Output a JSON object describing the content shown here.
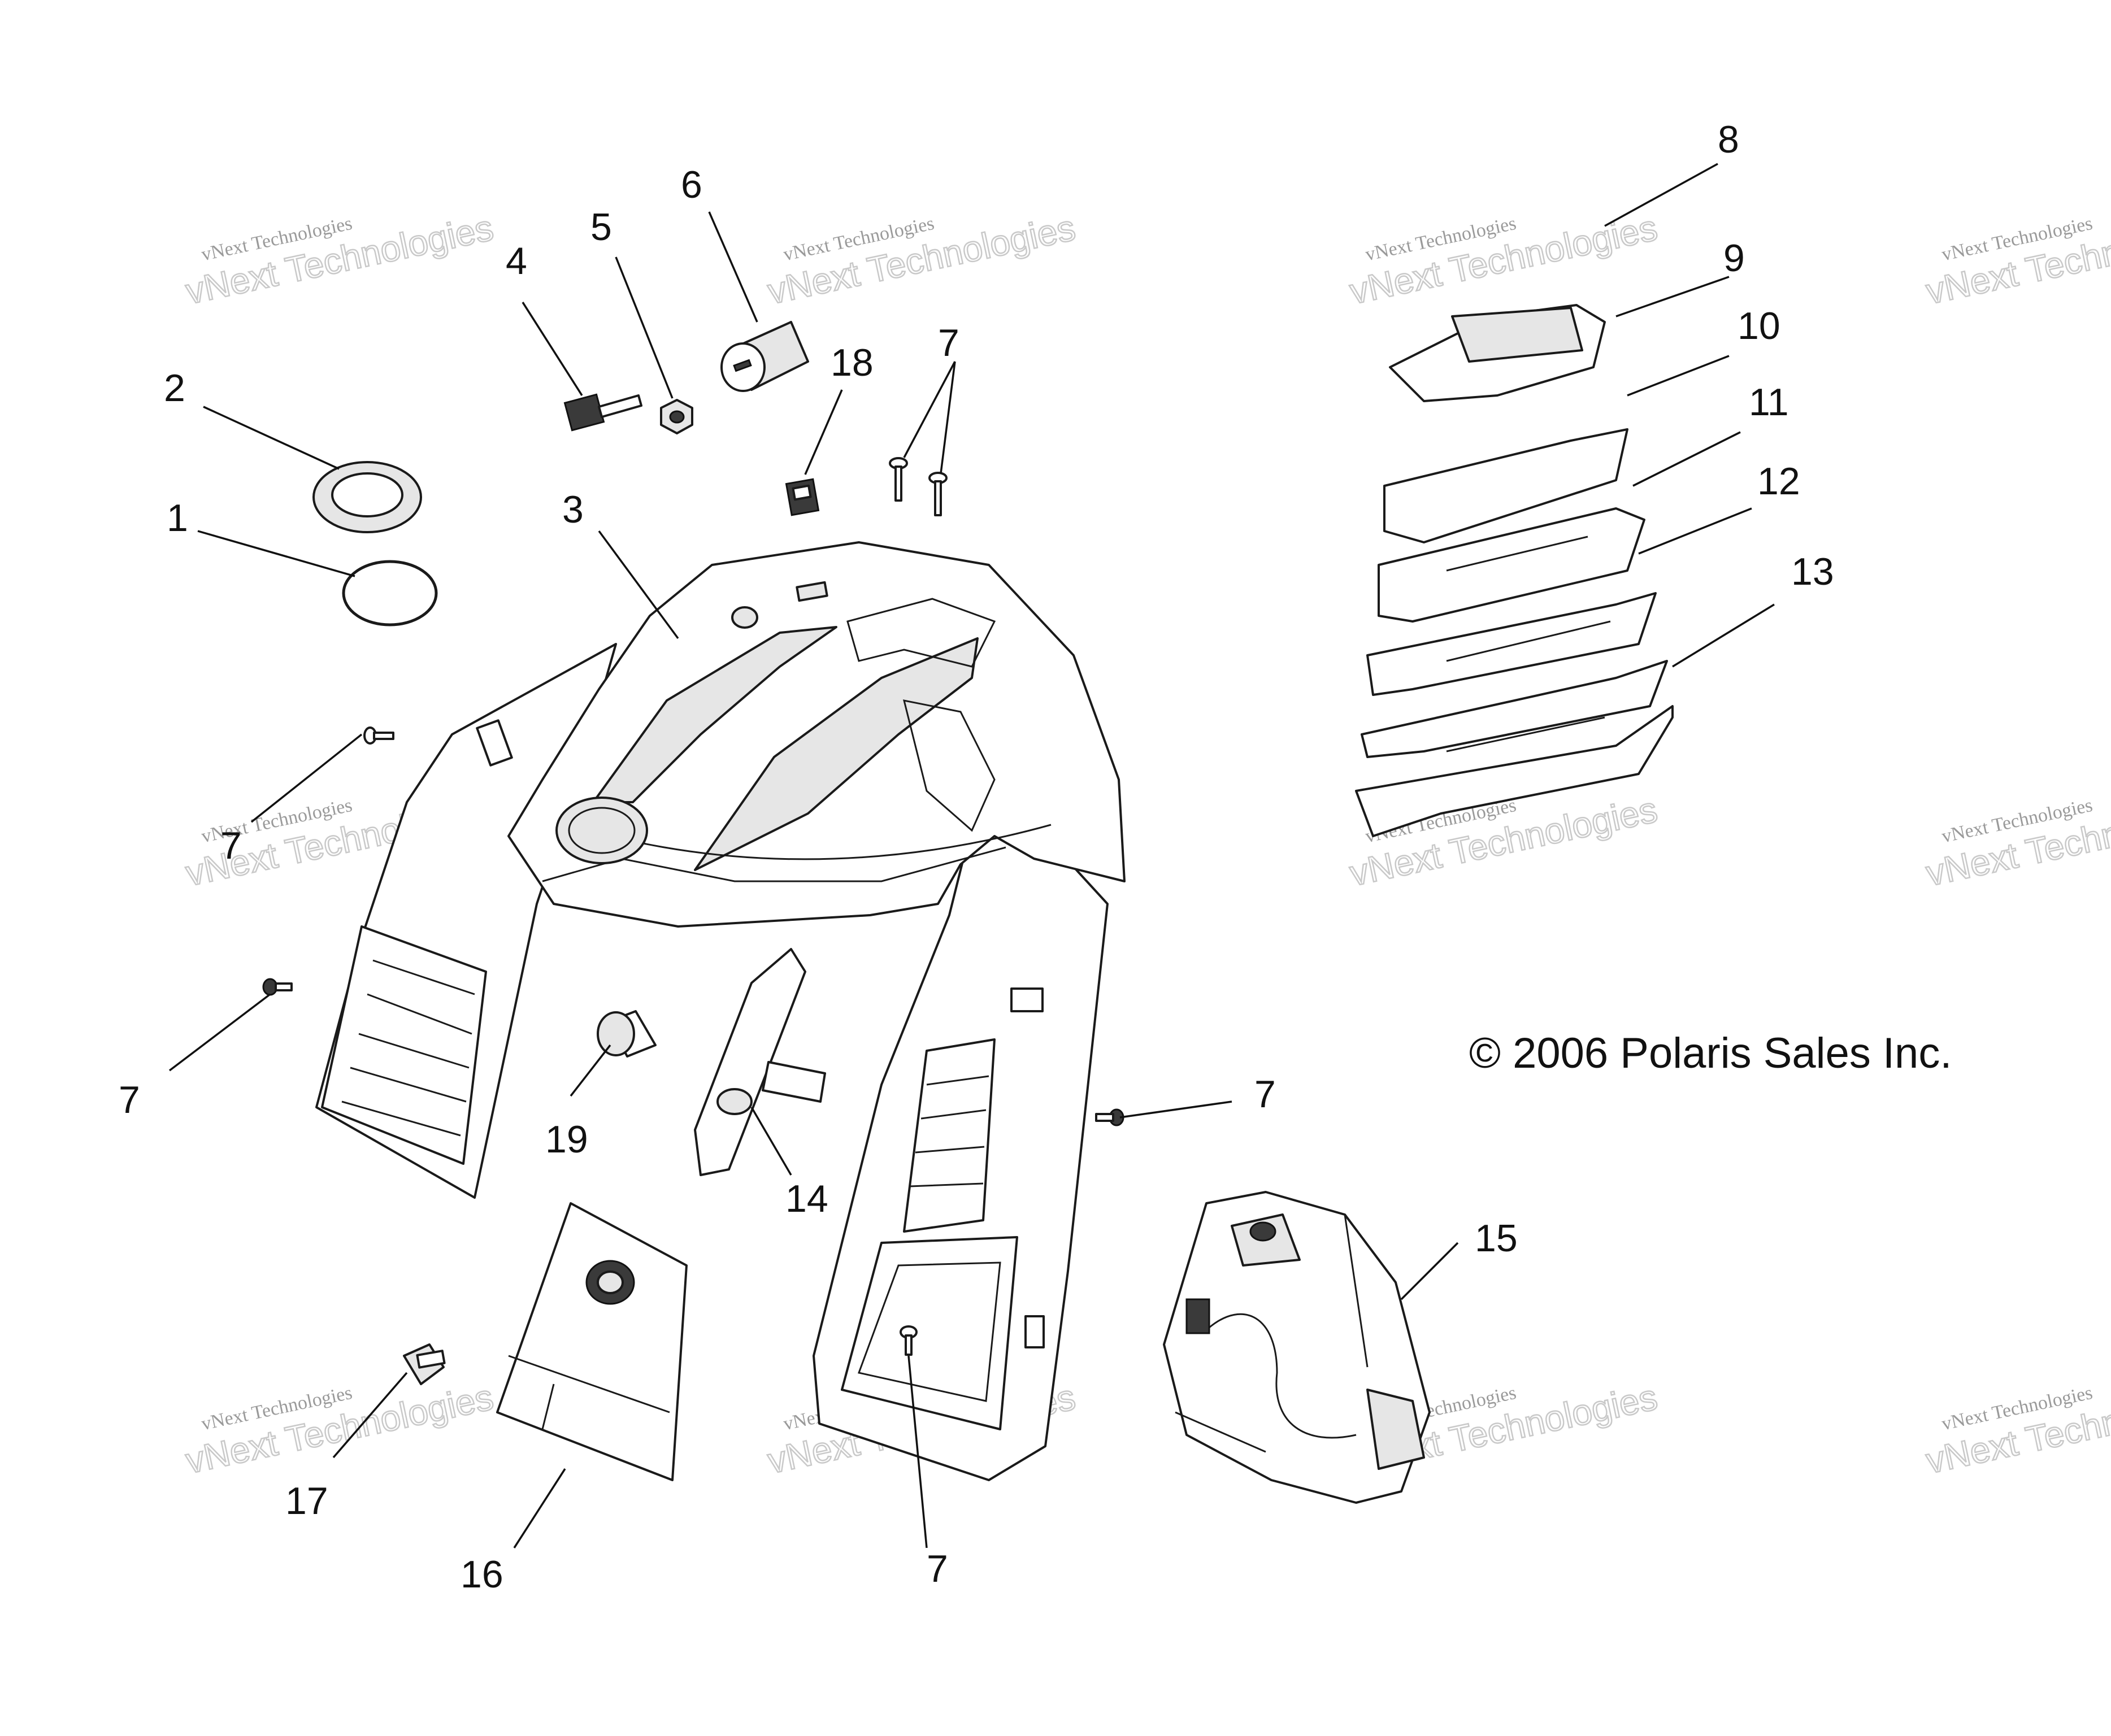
{
  "copyright": "© 2006 Polaris Sales Inc.",
  "watermark": {
    "line1": "vNext Technologies",
    "line2": "vNext Technologies"
  },
  "callouts": {
    "c1": "1",
    "c2": "2",
    "c3": "3",
    "c4": "4",
    "c5": "5",
    "c6": "6",
    "c7": "7",
    "c8": "8",
    "c9": "9",
    "c10": "10",
    "c11": "11",
    "c12": "12",
    "c13": "13",
    "c14": "14",
    "c15": "15",
    "c16": "16",
    "c17": "17",
    "c18": "18",
    "c19": "19"
  }
}
